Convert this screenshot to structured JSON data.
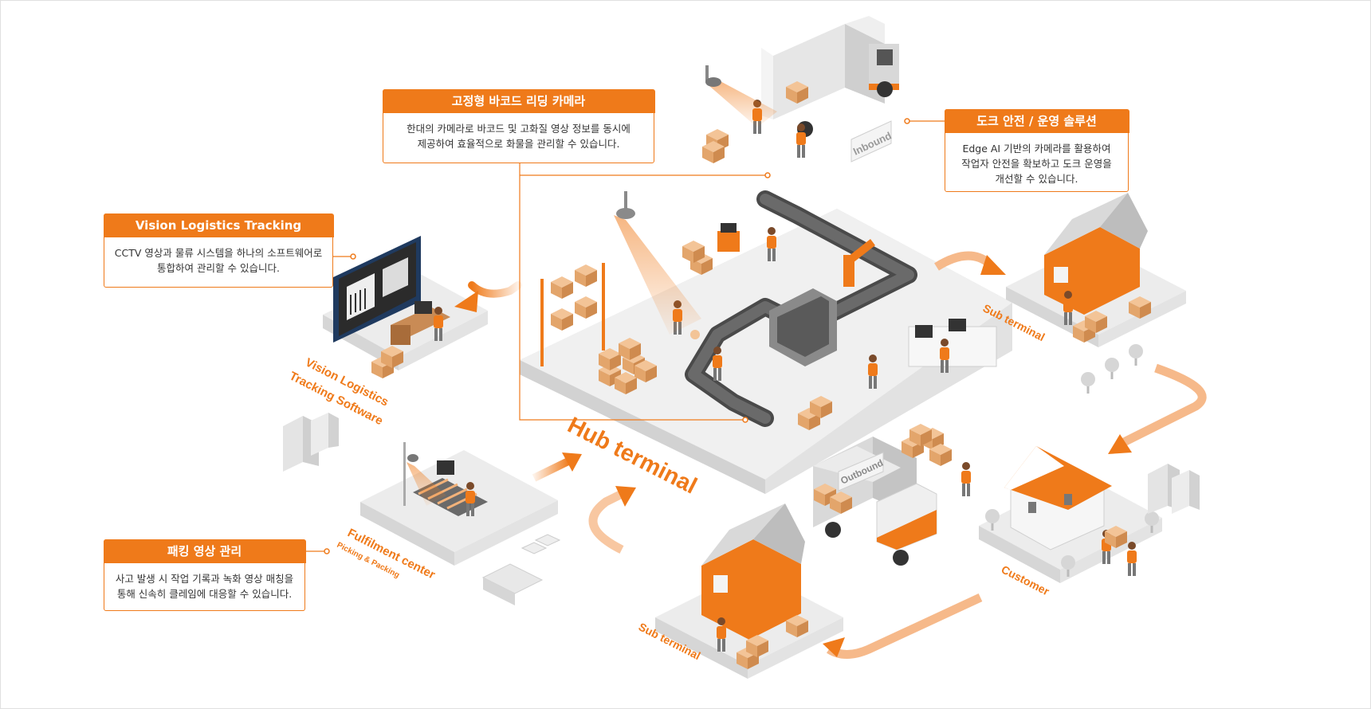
{
  "callouts": {
    "barcode": {
      "title": "고정형 바코드 리딩 카메라",
      "body": "한대의 카메라로 바코드 및 고화질 영상 정보를 동시에\n제공하여 효율적으로 화물을 관리할 수 있습니다."
    },
    "dock": {
      "title": "도크 안전 / 운영 솔루션",
      "body": "Edge AI 기반의 카메라를 활용하여\n작업자 안전을 확보하고 도크 운영을\n개선할 수 있습니다."
    },
    "vlts": {
      "title": "Vision Logistics Tracking Software",
      "body": "CCTV 영상과 물류 시스템을 하나의 소프트웨어로\n통합하여 관리할 수 있습니다."
    },
    "packing": {
      "title": "패킹 영상 관리",
      "body": "사고 발생 시 작업 기록과 녹화 영상 매칭을\n통해 신속히 클레임에 대응할 수 있습니다."
    }
  },
  "labels": {
    "hub": "Hub terminal",
    "inbound": "Inbound",
    "outbound": "Outbound",
    "sub_terminal_right": "Sub terminal",
    "sub_terminal_bottom": "Sub terminal",
    "customer": "Customer",
    "fulfilment": "Fulfilment center",
    "fulfilment_sub": "Picking & Packing",
    "vlts_line1": "Vision Logistics",
    "vlts_line2": "Tracking Software"
  },
  "colors": {
    "accent": "#ef7a1a",
    "platform": "#eeeeee",
    "platform_edge": "#dcdcdc",
    "box": "#e9b07a",
    "box_dark": "#d4925a"
  }
}
